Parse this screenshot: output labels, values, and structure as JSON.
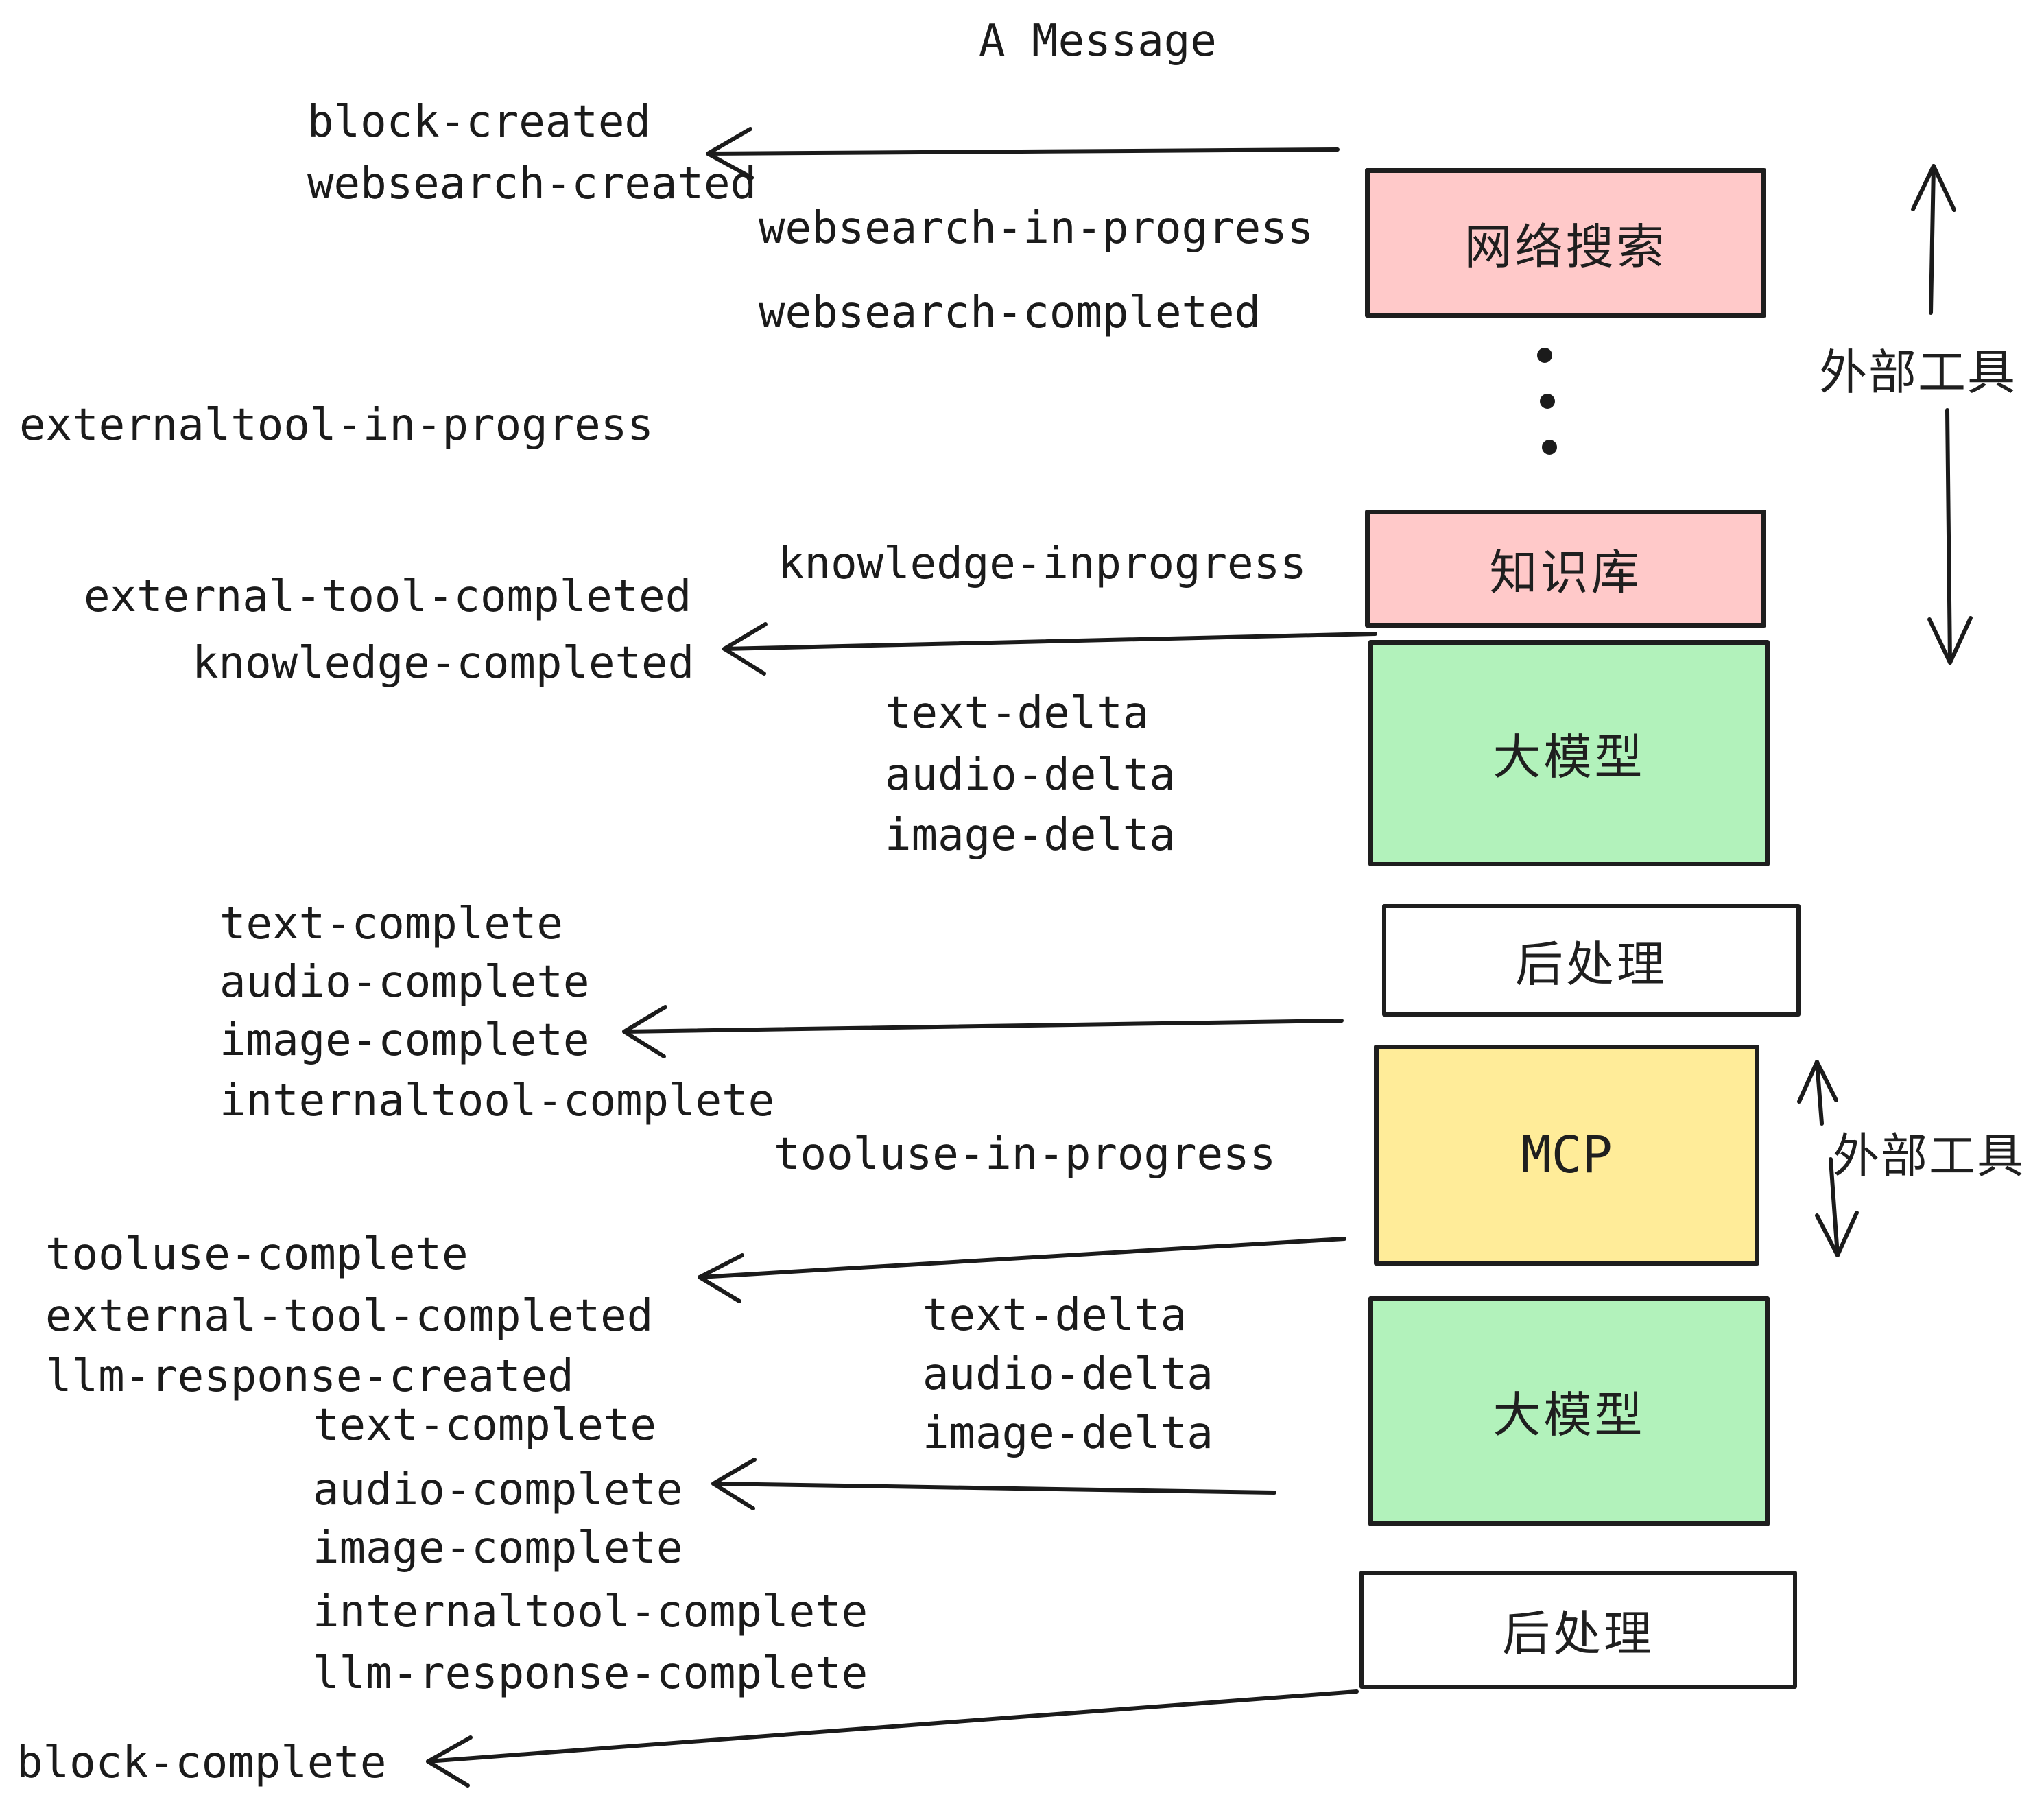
{
  "title": "A Message",
  "events": [
    {
      "id": "block-created",
      "text": "block-created"
    },
    {
      "id": "websearch-created",
      "text": "websearch-created"
    },
    {
      "id": "websearch-in-progress",
      "text": "websearch-in-progress"
    },
    {
      "id": "websearch-completed",
      "text": "websearch-completed"
    },
    {
      "id": "externaltool-in-progress",
      "text": "externaltool-in-progress"
    },
    {
      "id": "knowledge-inprogress",
      "text": "knowledge-inprogress"
    },
    {
      "id": "external-tool-completed-1",
      "text": "external-tool-completed"
    },
    {
      "id": "knowledge-completed",
      "text": "knowledge-completed"
    },
    {
      "id": "text-delta-1",
      "text": "text-delta"
    },
    {
      "id": "audio-delta-1",
      "text": "audio-delta"
    },
    {
      "id": "image-delta-1",
      "text": "image-delta"
    },
    {
      "id": "text-complete-1",
      "text": "text-complete"
    },
    {
      "id": "audio-complete-1",
      "text": "audio-complete"
    },
    {
      "id": "image-complete-1",
      "text": "image-complete"
    },
    {
      "id": "internaltool-complete-1",
      "text": "internaltool-complete"
    },
    {
      "id": "tooluse-in-progress",
      "text": "tooluse-in-progress"
    },
    {
      "id": "tooluse-complete",
      "text": "tooluse-complete"
    },
    {
      "id": "external-tool-completed-2",
      "text": "external-tool-completed"
    },
    {
      "id": "llm-response-created",
      "text": "llm-response-created"
    },
    {
      "id": "text-delta-2",
      "text": "text-delta"
    },
    {
      "id": "audio-delta-2",
      "text": "audio-delta"
    },
    {
      "id": "image-delta-2",
      "text": "image-delta"
    },
    {
      "id": "text-complete-2",
      "text": "text-complete"
    },
    {
      "id": "audio-complete-2",
      "text": "audio-complete"
    },
    {
      "id": "image-complete-2",
      "text": "image-complete"
    },
    {
      "id": "internaltool-complete-2",
      "text": "internaltool-complete"
    },
    {
      "id": "llm-response-complete",
      "text": "llm-response-complete"
    },
    {
      "id": "block-complete",
      "text": "block-complete"
    }
  ],
  "boxes": [
    {
      "id": "websearch",
      "label": "网络搜索",
      "color": "#ffc9c9"
    },
    {
      "id": "knowledge",
      "label": "知识库",
      "color": "#ffc9c9"
    },
    {
      "id": "llm-1",
      "label": "大模型",
      "color": "#b2f2bb"
    },
    {
      "id": "post-1",
      "label": "后处理",
      "color": "#ffffff"
    },
    {
      "id": "mcp",
      "label": "MCP",
      "color": "#ffec99"
    },
    {
      "id": "llm-2",
      "label": "大模型",
      "color": "#b2f2bb"
    },
    {
      "id": "post-2",
      "label": "后处理",
      "color": "#ffffff"
    }
  ],
  "side_labels": [
    {
      "id": "external-tools-1",
      "text": "外部工具"
    },
    {
      "id": "external-tools-2",
      "text": "外部工具"
    }
  ],
  "colors": {
    "pink": "#ffc9c9",
    "green": "#b2f2bb",
    "yellow": "#ffec99",
    "white": "#ffffff",
    "ink": "#1b1b1b"
  }
}
